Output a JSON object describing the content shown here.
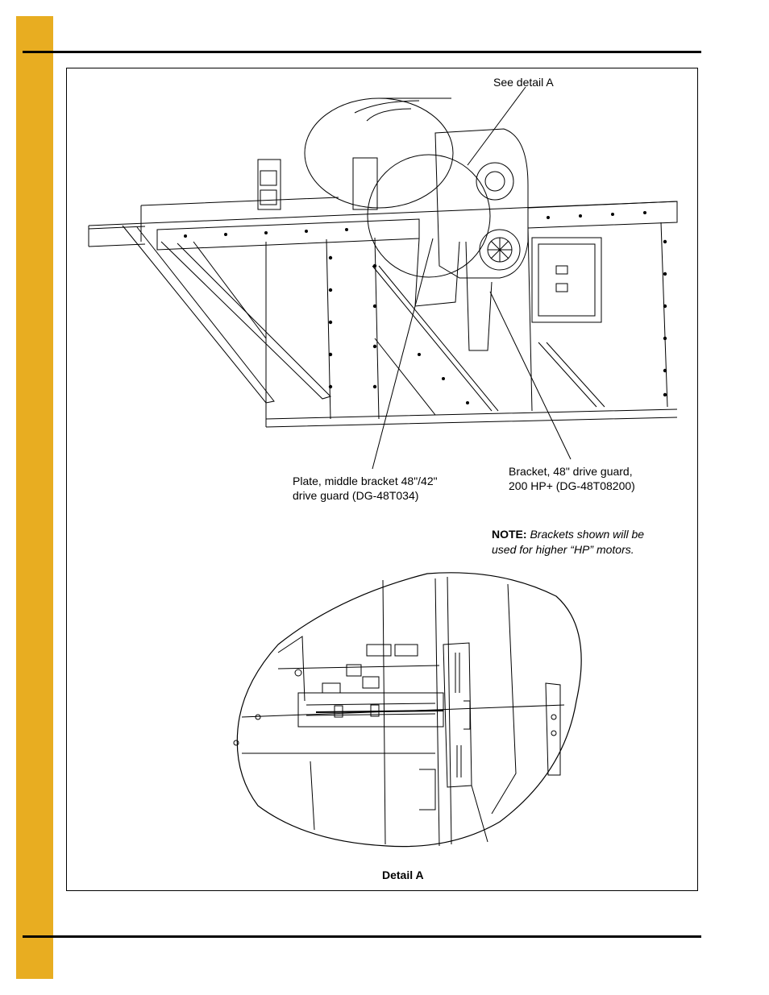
{
  "colors": {
    "accent": "#e8ad21",
    "rule": "#000000"
  },
  "callouts": {
    "see_detail": "See detail A",
    "plate_line1": "Plate, middle bracket 48\"/42\"",
    "plate_line2": "drive guard (DG-48T034)",
    "bracket_line1": "Bracket, 48\" drive guard,",
    "bracket_line2": "200 HP+ (DG-48T08200)"
  },
  "note": {
    "label": "NOTE:",
    "line1": "Brackets shown will be",
    "line2": "used for higher “HP” motors."
  },
  "detail_caption": "Detail A"
}
